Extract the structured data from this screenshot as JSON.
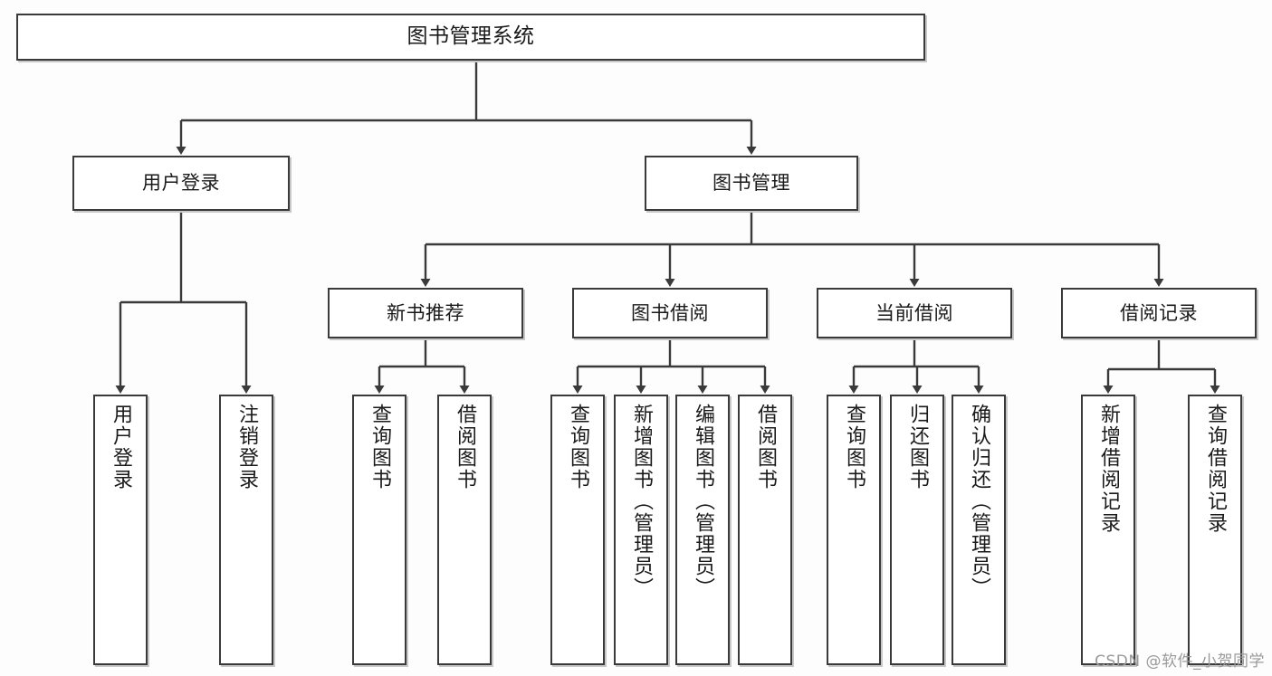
{
  "diagram": {
    "title": "图书管理系统",
    "type": "tree",
    "colors": {
      "border": "#3a3a3a",
      "shadow": "#c8c8c8",
      "background": "#fdfdfd",
      "node_fill": "#ffffff",
      "text": "#1a1a1a",
      "watermark": "#9a9a9a"
    },
    "nodes": {
      "root": {
        "label": "图书管理系统",
        "orientation": "horizontal",
        "level": 0
      },
      "user_login": {
        "label": "用户登录",
        "orientation": "horizontal",
        "level": 1
      },
      "book_manage": {
        "label": "图书管理",
        "orientation": "horizontal",
        "level": 1
      },
      "new_book_rec": {
        "label": "新书推荐",
        "orientation": "horizontal",
        "level": 2
      },
      "book_borrow": {
        "label": "图书借阅",
        "orientation": "horizontal",
        "level": 2
      },
      "current_borrow": {
        "label": "当前借阅",
        "orientation": "horizontal",
        "level": 2
      },
      "borrow_record": {
        "label": "借阅记录",
        "orientation": "horizontal",
        "level": 2
      },
      "leaf_user_login": {
        "label": "用户登录",
        "orientation": "vertical",
        "level": 3
      },
      "leaf_logout": {
        "label": "注销登录",
        "orientation": "vertical",
        "level": 3
      },
      "leaf_query_book_1": {
        "label": "查询图书",
        "orientation": "vertical",
        "level": 3
      },
      "leaf_borrow_book_1": {
        "label": "借阅图书",
        "orientation": "vertical",
        "level": 3
      },
      "leaf_query_book_2": {
        "label": "查询图书",
        "orientation": "vertical",
        "level": 3
      },
      "leaf_add_book": {
        "label": "新增图书（管理员）",
        "orientation": "vertical",
        "level": 3
      },
      "leaf_edit_book": {
        "label": "编辑图书（管理员）",
        "orientation": "vertical",
        "level": 3
      },
      "leaf_borrow_book_2": {
        "label": "借阅图书",
        "orientation": "vertical",
        "level": 3
      },
      "leaf_query_book_3": {
        "label": "查询图书",
        "orientation": "vertical",
        "level": 3
      },
      "leaf_return_book": {
        "label": "归还图书",
        "orientation": "vertical",
        "level": 3
      },
      "leaf_confirm_return": {
        "label": "确认归还（管理员）",
        "orientation": "vertical",
        "level": 3
      },
      "leaf_add_record": {
        "label": "新增借阅记录",
        "orientation": "vertical",
        "level": 3
      },
      "leaf_query_record": {
        "label": "查询借阅记录",
        "orientation": "vertical",
        "level": 3
      }
    },
    "edges": [
      {
        "from": "root",
        "to": "user_login"
      },
      {
        "from": "root",
        "to": "book_manage"
      },
      {
        "from": "book_manage",
        "to": "new_book_rec"
      },
      {
        "from": "book_manage",
        "to": "book_borrow"
      },
      {
        "from": "book_manage",
        "to": "current_borrow"
      },
      {
        "from": "book_manage",
        "to": "borrow_record"
      },
      {
        "from": "user_login",
        "to": "leaf_user_login"
      },
      {
        "from": "user_login",
        "to": "leaf_logout"
      },
      {
        "from": "new_book_rec",
        "to": "leaf_query_book_1"
      },
      {
        "from": "new_book_rec",
        "to": "leaf_borrow_book_1"
      },
      {
        "from": "book_borrow",
        "to": "leaf_query_book_2"
      },
      {
        "from": "book_borrow",
        "to": "leaf_add_book"
      },
      {
        "from": "book_borrow",
        "to": "leaf_edit_book"
      },
      {
        "from": "book_borrow",
        "to": "leaf_borrow_book_2"
      },
      {
        "from": "current_borrow",
        "to": "leaf_query_book_3"
      },
      {
        "from": "current_borrow",
        "to": "leaf_return_book"
      },
      {
        "from": "current_borrow",
        "to": "leaf_confirm_return"
      },
      {
        "from": "borrow_record",
        "to": "leaf_add_record"
      },
      {
        "from": "borrow_record",
        "to": "leaf_query_record"
      }
    ]
  },
  "watermark": {
    "text": "CSDN @软件_小贺同学"
  }
}
